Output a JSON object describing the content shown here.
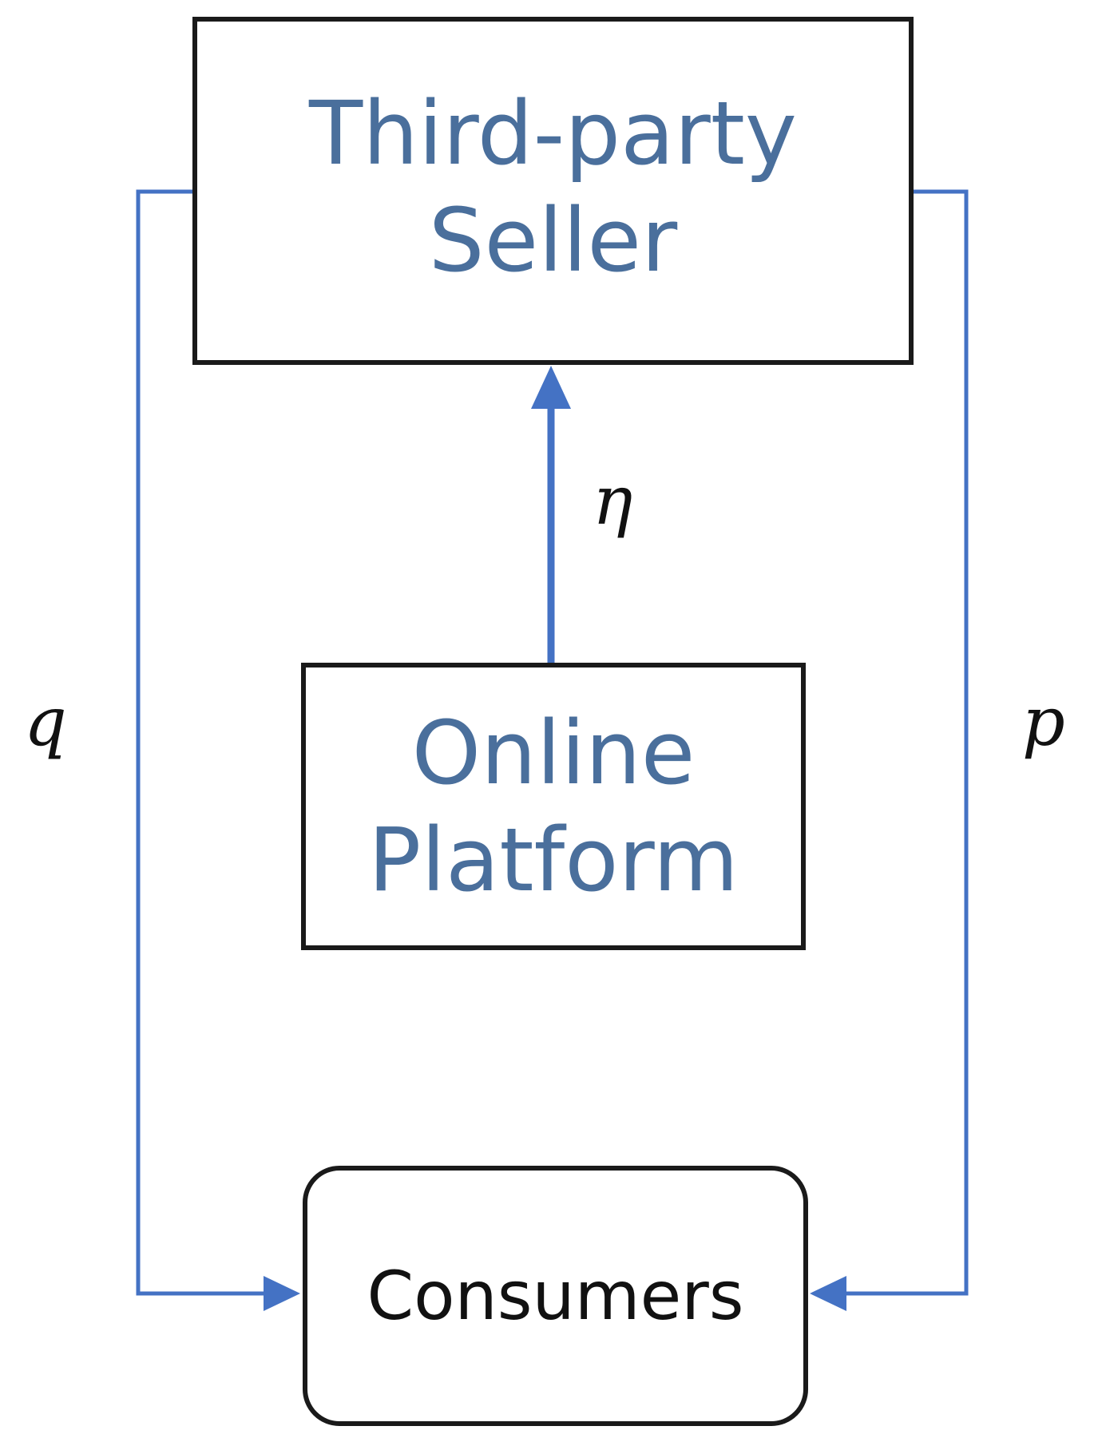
{
  "diagram": {
    "nodes": {
      "seller": {
        "label": "Third-party Seller"
      },
      "platform": {
        "label": "Online Platform"
      },
      "consumers": {
        "label": "Consumers"
      }
    },
    "edges": [
      {
        "from": "platform",
        "to": "seller",
        "label": "η"
      },
      {
        "from": "seller",
        "to": "consumers",
        "label": "q"
      },
      {
        "from": "seller",
        "to": "consumers",
        "label": "p"
      }
    ]
  },
  "colors": {
    "node_text_blue": "#4a6f9c",
    "connector_blue": "#4472c4",
    "border": "#1a1a1a"
  }
}
